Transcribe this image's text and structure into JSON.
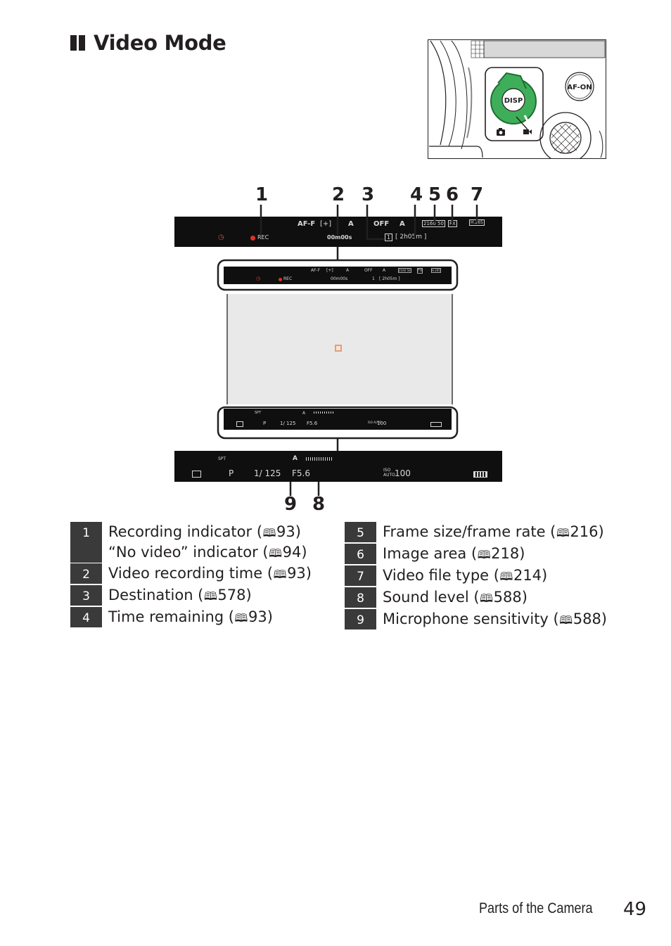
{
  "heading": {
    "title": "Video Mode"
  },
  "camera": {
    "disp_label": "DISP",
    "afon_label": "AF-ON"
  },
  "callouts": [
    "1",
    "2",
    "3",
    "4",
    "5",
    "6",
    "7",
    "9",
    "8"
  ],
  "top_bar": {
    "af": "AF-F",
    "area": "[+]",
    "meter": "A",
    "dlight": "OFF",
    "wb": "A",
    "frame": "2160 50",
    "fx": "FX",
    "ftype": "H.265",
    "timer": "◷",
    "rec": "REC",
    "time": "00m00s",
    "dest": "1",
    "remain": "[ 2h05m ]"
  },
  "bottom_bar": {
    "spt": "SPT",
    "mic": "A",
    "mode": "P",
    "shutter": "1/ 125",
    "aperture": "F5.6",
    "iso_label": "ISO AUTO",
    "iso": "100"
  },
  "legend_left": [
    {
      "num": "1",
      "lines": [
        "Recording indicator (",
        "“No video” indicator ("
      ],
      "refs": [
        "93)",
        "94)"
      ]
    },
    {
      "num": "2",
      "lines": [
        "Video recording time ("
      ],
      "refs": [
        "93)"
      ]
    },
    {
      "num": "3",
      "lines": [
        "Destination ("
      ],
      "refs": [
        "578)"
      ]
    },
    {
      "num": "4",
      "lines": [
        "Time remaining ("
      ],
      "refs": [
        "93)"
      ]
    }
  ],
  "legend_right": [
    {
      "num": "5",
      "lines": [
        "Frame size/frame rate ("
      ],
      "refs": [
        "216)"
      ]
    },
    {
      "num": "6",
      "lines": [
        "Image area ("
      ],
      "refs": [
        "218)"
      ]
    },
    {
      "num": "7",
      "lines": [
        "Video file type ("
      ],
      "refs": [
        "214)"
      ]
    },
    {
      "num": "8",
      "lines": [
        "Sound level ("
      ],
      "refs": [
        "588)"
      ]
    },
    {
      "num": "9",
      "lines": [
        "Microphone sensitivity ("
      ],
      "refs": [
        "588)"
      ]
    }
  ],
  "book_icon": "book-icon",
  "footer": {
    "section": "Parts of the Camera",
    "page": "49"
  }
}
